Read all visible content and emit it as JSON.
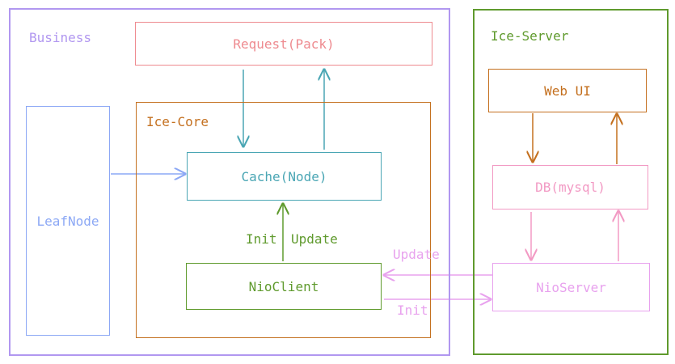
{
  "colors": {
    "business": "#b197f0",
    "ice_server": "#5f9a2d",
    "request": "#ee8a8f",
    "ice_core": "#c4701f",
    "cache": "#4aa6b4",
    "leafnode": "#8ca8f5",
    "nioclient": "#5f9a2d",
    "web_ui": "#c4701f",
    "db": "#f29ac4",
    "nioserver": "#e8a2ee"
  },
  "business": {
    "label": "Business"
  },
  "ice_server": {
    "label": "Ice-Server"
  },
  "request": {
    "label": "Request(Pack)"
  },
  "ice_core": {
    "label": "Ice-Core"
  },
  "cache": {
    "label": "Cache(Node)"
  },
  "leafnode": {
    "label": "LeafNode"
  },
  "nioclient": {
    "label": "NioClient"
  },
  "web_ui": {
    "label": "Web UI"
  },
  "db": {
    "label": "DB(mysql)"
  },
  "nioserver": {
    "label": "NioServer"
  },
  "edges": {
    "client_cache_init": "Init",
    "client_cache_update": "Update",
    "server_to_client": "Update",
    "client_to_server": "Init"
  }
}
